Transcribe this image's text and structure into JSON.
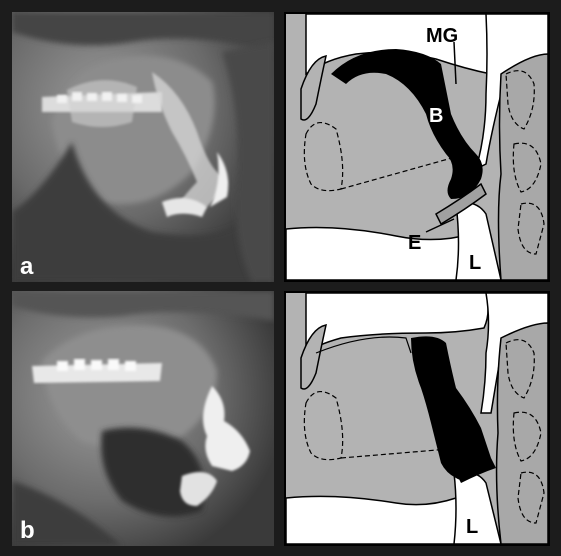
{
  "figure": {
    "panel_a": {
      "letter": "a"
    },
    "panel_b": {
      "letter": "b"
    },
    "schematic_top": {
      "labels": {
        "mg": "MG",
        "b": "B",
        "e": "E",
        "l": "L"
      }
    },
    "schematic_bottom": {
      "labels": {
        "l": "L"
      }
    }
  },
  "colors": {
    "background": "#1c1c1c",
    "schematic_gray": "#b3b3b3",
    "airway_white": "#ffffff",
    "bolus_black": "#000000"
  }
}
